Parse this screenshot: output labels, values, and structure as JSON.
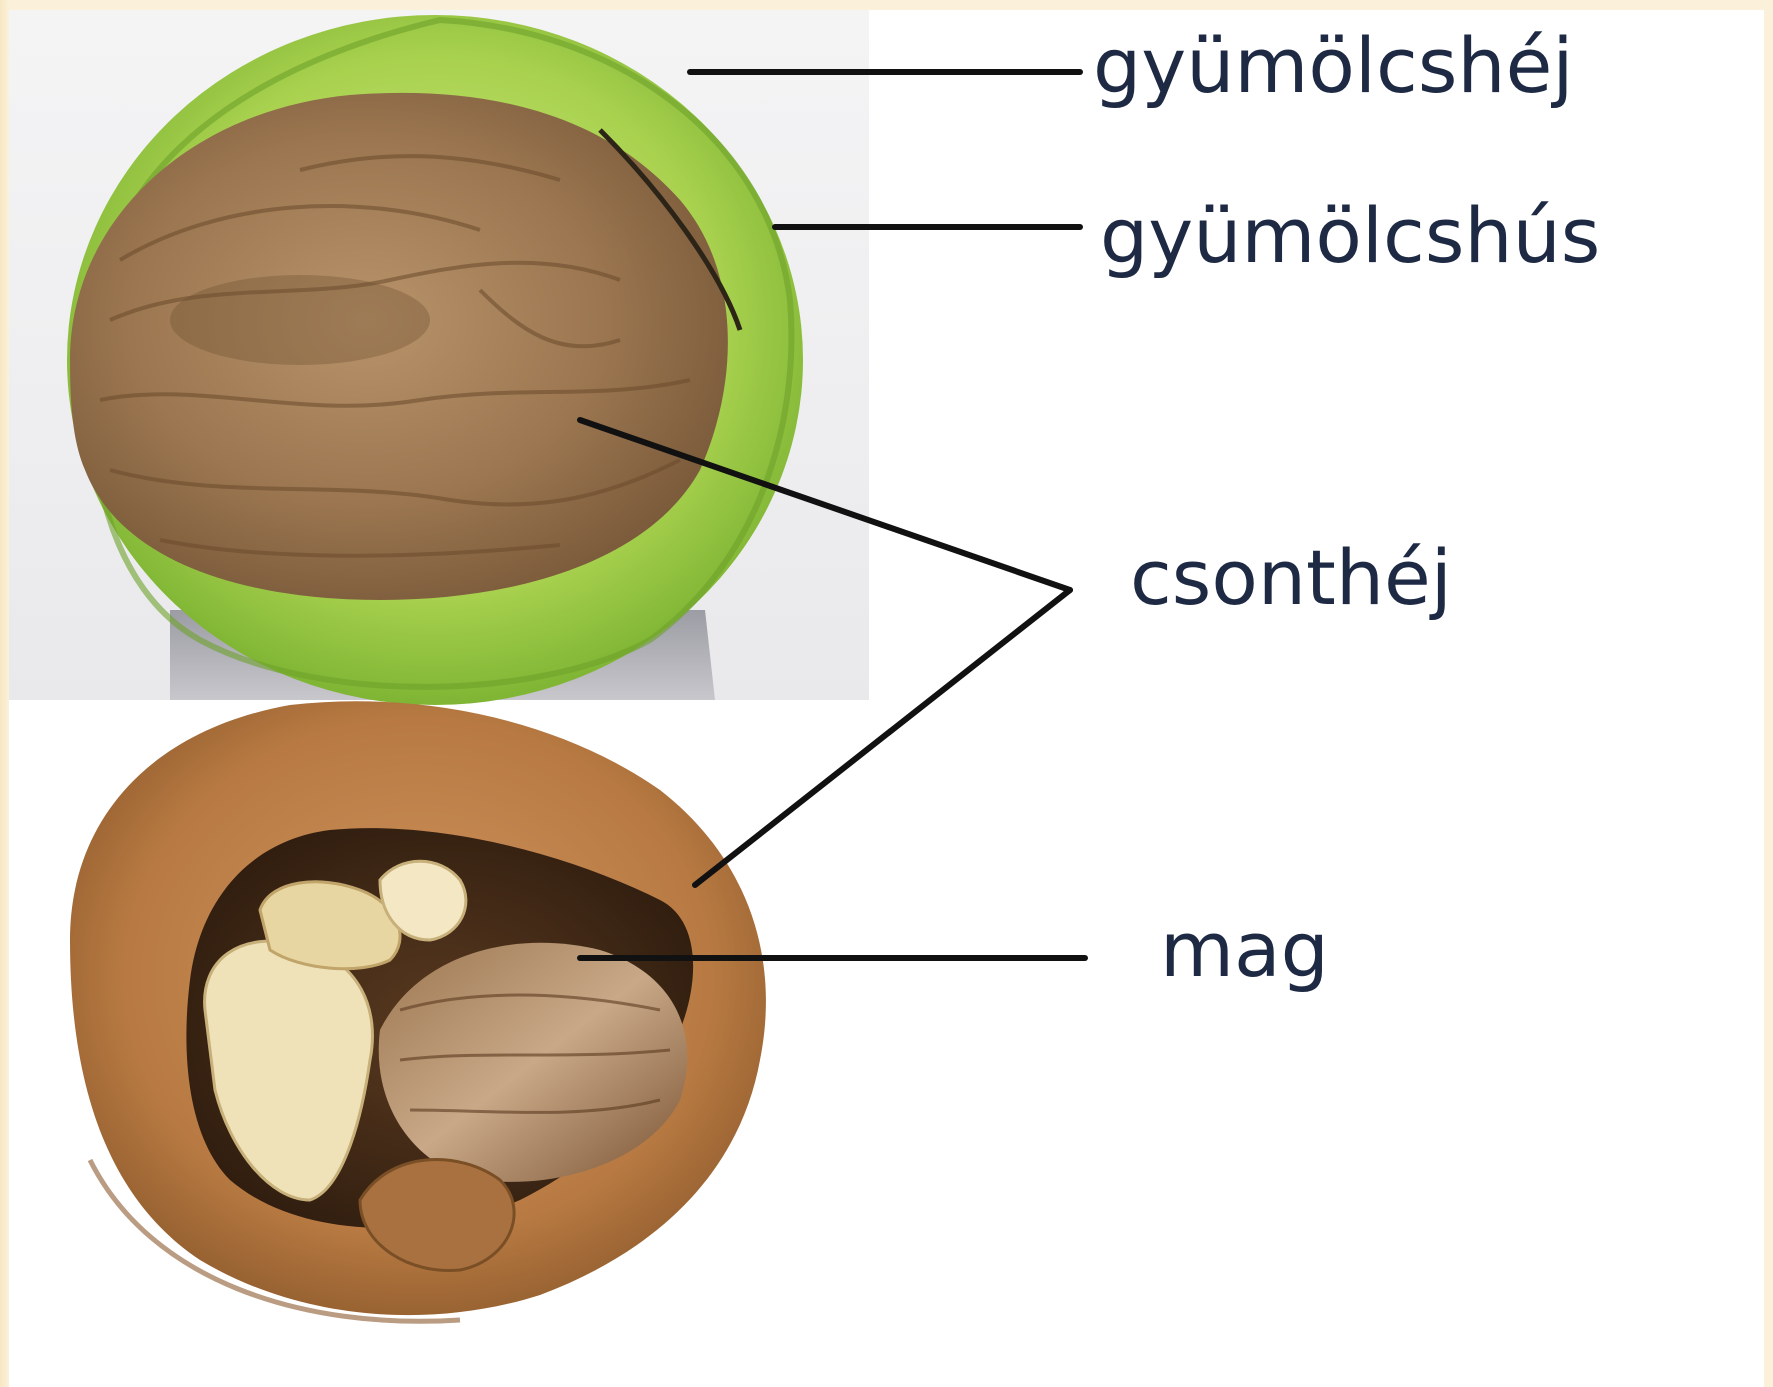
{
  "labels": {
    "exocarp": "gyümölcshéj",
    "mesocarp": "gyümölcshús",
    "endocarp": "csonthéj",
    "seed": "mag"
  },
  "colors": {
    "frame": "#fbf0d9",
    "label_text": "#1e2a44",
    "leader_line": "#111111",
    "husk_green": "#8dc63f",
    "shell_brown": "#9b7650",
    "kernel_cream": "#efe2b8"
  }
}
